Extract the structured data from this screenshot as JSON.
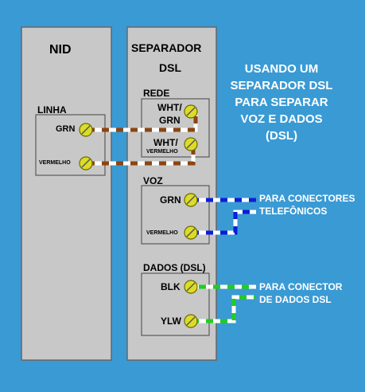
{
  "nid": {
    "title": "NID",
    "linha": "LINHA",
    "grn": "GRN",
    "vermelho": "VERMELHO"
  },
  "separator": {
    "title1": "SEPARADOR",
    "title2": "DSL",
    "rede": {
      "label": "REDE",
      "wht_grn_1": "WHT/",
      "wht_grn_2": "GRN",
      "wht_verm_1": "WHT/",
      "wht_verm_2": "VERMELHO"
    },
    "voz": {
      "label": "VOZ",
      "grn": "GRN",
      "vermelho": "VERMELHO"
    },
    "dados": {
      "label": "DADOS (DSL)",
      "blk": "BLK",
      "ylw": "YLW"
    }
  },
  "caption": [
    "USANDO UM",
    "SEPARADOR DSL",
    "PARA SEPARAR",
    "VOZ E DADOS",
    "(DSL)"
  ],
  "annotations": {
    "voz_line1": "PARA CONECTORES",
    "voz_line2": "TELEFÔNICOS",
    "dados_line1": "PARA CONECTOR",
    "dados_line2": "DE DADOS DSL"
  },
  "colors": {
    "background": "#3a9ad4",
    "panel": "#c8c8c8",
    "terminal": "#dcdc28",
    "wire_brown": "#8b4513",
    "wire_blue": "#0a1fd6",
    "wire_green": "#22cc22",
    "wire_white": "#ffffff"
  }
}
